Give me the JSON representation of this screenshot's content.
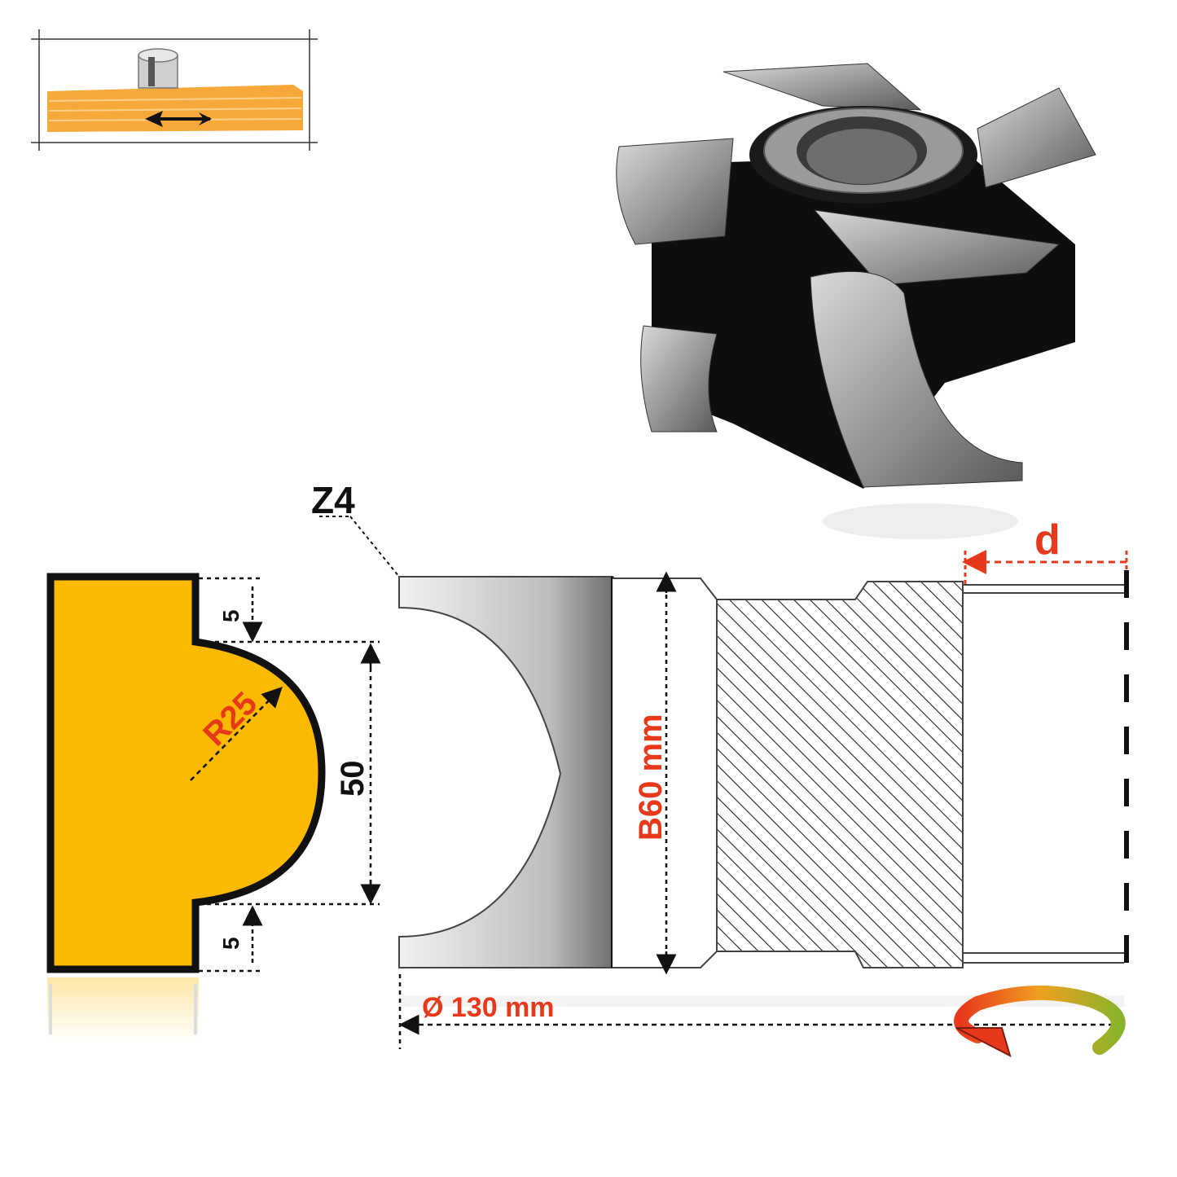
{
  "labels": {
    "teeth": "Z4",
    "depth": "d",
    "top_gap": "5",
    "bottom_gap": "5",
    "profile_height": "50",
    "radius": "R25",
    "bore": "B60 mm",
    "diameter": "Ø 130 mm"
  },
  "icons": {
    "feed_direction": "feed-direction-arrow-icon",
    "rotation": "rotation-arrow-icon",
    "cutter_photo": "cutter-head-icon"
  },
  "colors": {
    "profile_fill": "#fbb900",
    "accent_red": "#e8381c",
    "wood": "#f6a93a",
    "steel_dark": "#8c8c8c",
    "steel_light": "#e6e6e6"
  }
}
